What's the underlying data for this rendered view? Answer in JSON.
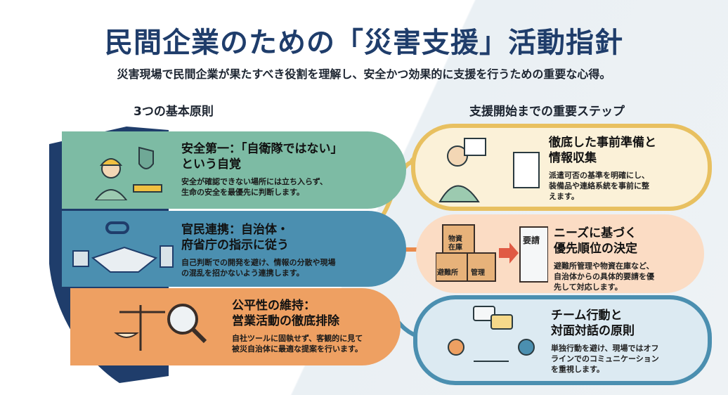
{
  "header": {
    "title": "民間企業のための「災害支援」活動指針",
    "subtitle": "災害現場で民間企業が果たすべき役割を理解し、安全かつ効果的に支援を行うための重要な心得。"
  },
  "principles": {
    "heading": "3つの基本原則",
    "items": [
      {
        "title_line1": "安全第一：「自衛隊ではない」",
        "title_line2": "という自覚",
        "desc_line1": "安全が確認できない場所には立ち入らず、",
        "desc_line2": "生命の安全を最優先に判断します。",
        "icon": "worker-shield-icon",
        "color": "#7dbba4"
      },
      {
        "title_line1": "官民連携：自治体・",
        "title_line2": "府省庁の指示に従う",
        "desc_line1": "自己判断での開発を避け、情報の分散や現場",
        "desc_line2": "の混乱を招かないよう連携します。",
        "icon": "handshake-icon",
        "color": "#4b8fb0"
      },
      {
        "title_line1": "公平性の維持：",
        "title_line2": "営業活動の徹底排除",
        "desc_line1": "自社ツールに固執せず、客観的に見て",
        "desc_line2": "被災自治体に最適な提案を行います。",
        "icon": "scales-magnifier-icon",
        "color": "#eea062"
      }
    ]
  },
  "steps": {
    "heading": "支援開始までの重要ステップ",
    "items": [
      {
        "title_line1": "徹底した事前準備と",
        "title_line2": "情報収集",
        "desc_line1": "派遣可否の基準を明確にし、",
        "desc_line2": "装備品や連絡系統を事前に整",
        "desc_line3": "えます。",
        "icon": "tablet-person-icon"
      },
      {
        "title_line1": "ニーズに基づく",
        "title_line2": "優先順位の決定",
        "desc_line1": "避難所管理や物資在庫など、",
        "desc_line2": "自治体からの具体的要請を優",
        "desc_line3": "先して対応します。",
        "icon": "boxes-request-icon",
        "labels": [
          "物資在庫",
          "避難所",
          "管理",
          "要請"
        ]
      },
      {
        "title_line1": "チーム行動と",
        "title_line2": "対面対話の原則",
        "desc_line1": "単独行動を避け、現場ではオフ",
        "desc_line2": "ラインでのコミュニケーション",
        "desc_line3": "を重視します。",
        "icon": "team-meeting-icon"
      }
    ]
  }
}
